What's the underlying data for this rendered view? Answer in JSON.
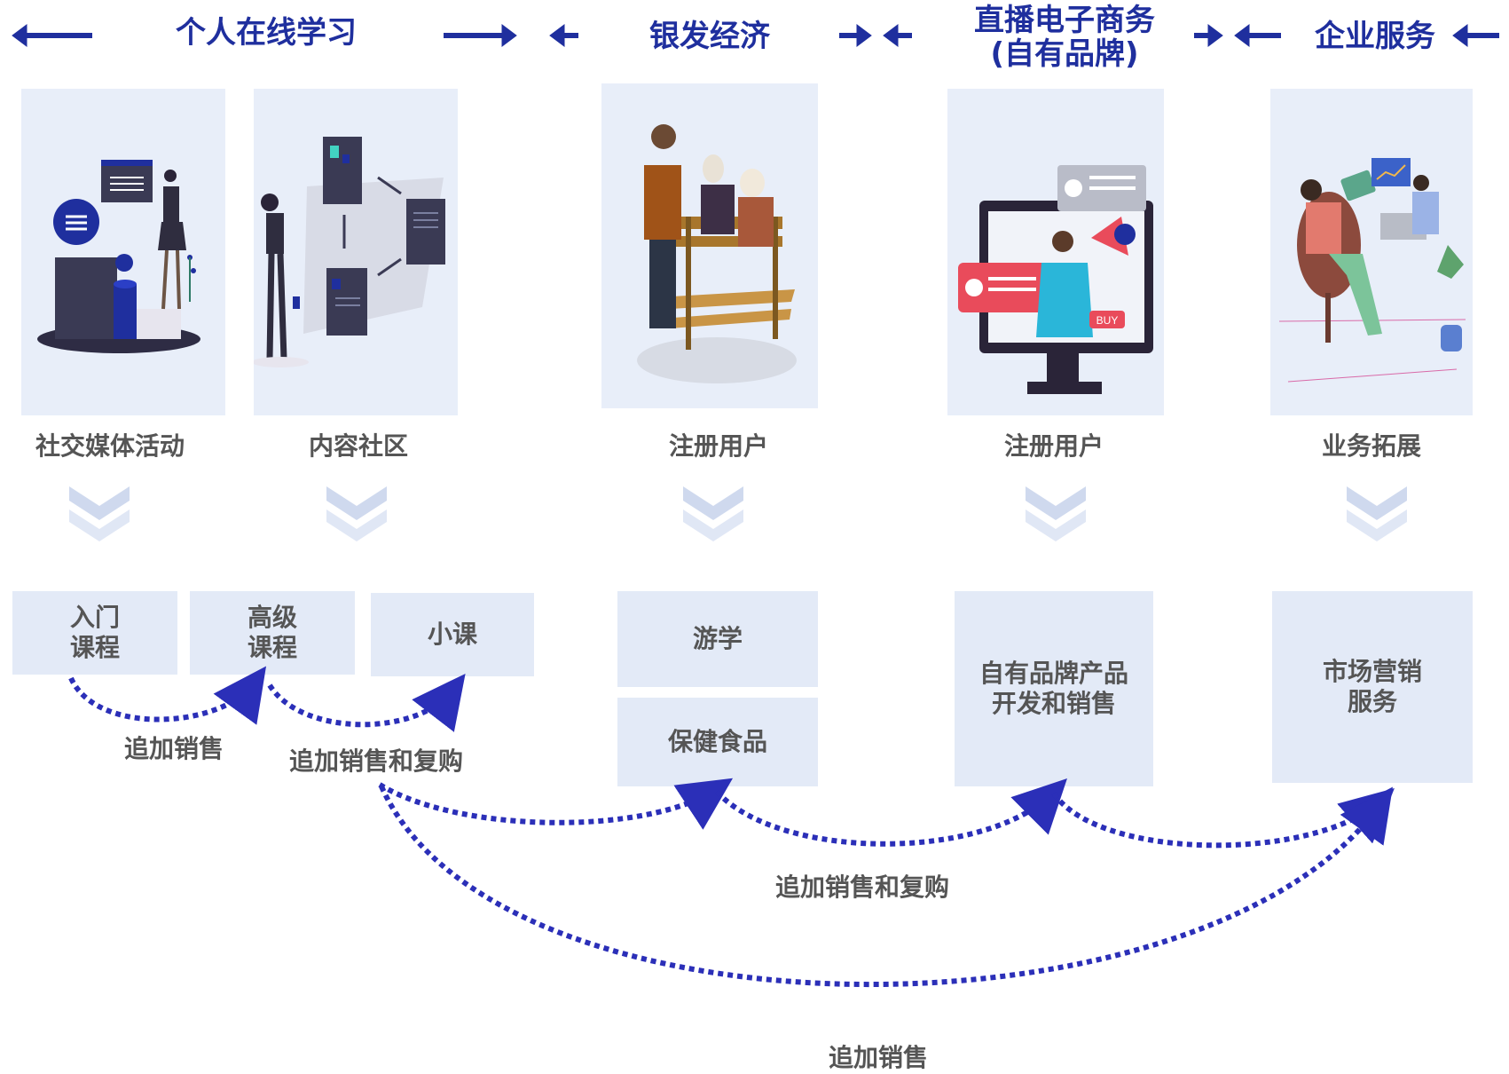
{
  "colors": {
    "accent": "#1f2f9e",
    "arrow": "#2b2fb8",
    "card_bg": "#e8eef9",
    "box_bg": "#e3eaf7",
    "chevron": "#cfd9ee",
    "text": "#555555"
  },
  "segments": {
    "personal": "个人在线学习",
    "silver": "银发经济",
    "live_line1": "直播电子商务",
    "live_line2": "(自有品牌)",
    "enterprise": "企业服务"
  },
  "captions": {
    "social": "社交媒体活动",
    "community": "内容社区",
    "silver_reg": "注册用户",
    "live_reg": "注册用户",
    "biz": "业务拓展"
  },
  "boxes": {
    "intro": "入门\n课程",
    "advanced": "高级\n课程",
    "mini": "小课",
    "study_tour": "游学",
    "health_food": "保健食品",
    "own_brand": "自有品牌产品\n开发和销售",
    "marketing": "市场营销\n服务"
  },
  "flows": {
    "upsell_1": "追加销售",
    "upsell_repurchase_1": "追加销售和复购",
    "upsell_repurchase_2": "追加销售和复购",
    "upsell_2": "追加销售"
  },
  "icons": {
    "social": "social-media-illustration-icon",
    "community": "content-community-illustration-icon",
    "silver": "elderly-bench-illustration-icon",
    "live": "livestream-shopping-illustration-icon",
    "biz": "business-meeting-illustration-icon"
  }
}
